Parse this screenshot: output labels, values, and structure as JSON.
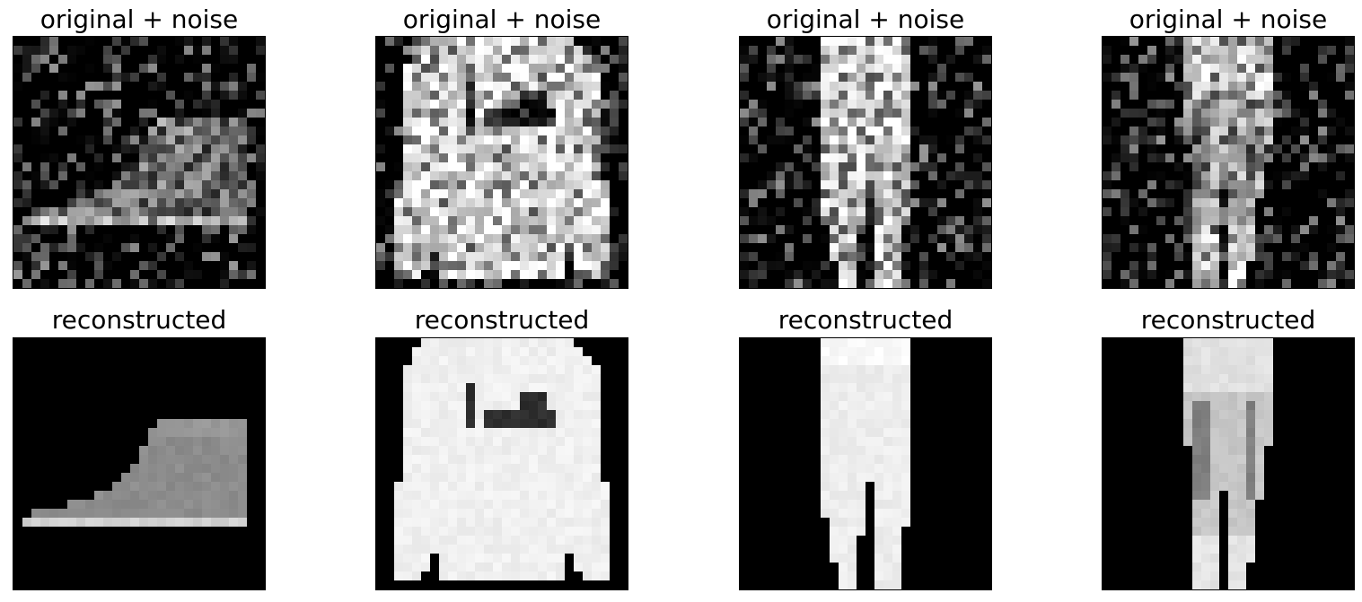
{
  "figure": {
    "panels": [
      {
        "row": 1,
        "title": "original + noise",
        "item": "boot",
        "variant": "noisy"
      },
      {
        "row": 1,
        "title": "original + noise",
        "item": "pullover",
        "variant": "noisy"
      },
      {
        "row": 1,
        "title": "original + noise",
        "item": "trouser",
        "variant": "noisy"
      },
      {
        "row": 1,
        "title": "original + noise",
        "item": "trouser-2",
        "variant": "noisy"
      },
      {
        "row": 2,
        "title": "reconstructed",
        "item": "boot",
        "variant": "clean"
      },
      {
        "row": 2,
        "title": "reconstructed",
        "item": "pullover",
        "variant": "clean"
      },
      {
        "row": 2,
        "title": "reconstructed",
        "item": "trouser",
        "variant": "clean"
      },
      {
        "row": 2,
        "title": "reconstructed",
        "item": "trouser-2",
        "variant": "clean"
      }
    ]
  }
}
